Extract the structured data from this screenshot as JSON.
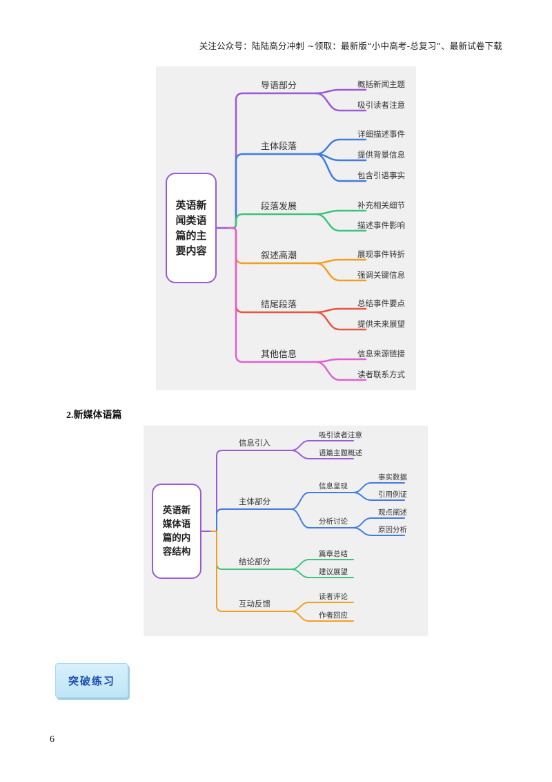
{
  "header": {
    "note": "关注公众号：陆陆高分冲刺 ~领取：最新版“小中高考-总复习”、最新试卷下载"
  },
  "mindmap1": {
    "root": "英语新闻类语篇的主要内容",
    "branches": [
      {
        "label": "导语部分",
        "color": "#9b59d6",
        "children": [
          "概括新闻主题",
          "吸引读者注意"
        ]
      },
      {
        "label": "主体段落",
        "color": "#3f7be0",
        "children": [
          "详细描述事件",
          "提供背景信息",
          "包含引语事实"
        ]
      },
      {
        "label": "段落发展",
        "color": "#3cc47c",
        "children": [
          "补充相关细节",
          "描述事件影响"
        ]
      },
      {
        "label": "叙述高潮",
        "color": "#f0a020",
        "children": [
          "展现事件转折",
          "强调关键信息"
        ]
      },
      {
        "label": "结尾段落",
        "color": "#e8553f",
        "children": [
          "总结事件要点",
          "提供未来展望"
        ]
      },
      {
        "label": "其他信息",
        "color": "#e060d0",
        "children": [
          "信息来源链接",
          "读者联系方式"
        ]
      }
    ]
  },
  "section2": {
    "title": "2.新媒体语篇"
  },
  "mindmap2": {
    "root": "英语新媒体语篇的内容结构",
    "branches": [
      {
        "label": "信息引入",
        "color": "#9b59d6",
        "children": [
          "吸引读者注意",
          "语篇主题概述"
        ]
      },
      {
        "label": "主体部分",
        "color": "#3f7be0",
        "children": [
          {
            "label": "信息呈现",
            "children": [
              "事实数据",
              "引用例证"
            ]
          },
          {
            "label": "分析讨论",
            "children": [
              "观点阐述",
              "原因分析"
            ]
          }
        ]
      },
      {
        "label": "结论部分",
        "color": "#3cc47c",
        "children": [
          "篇章总结",
          "建议展望"
        ]
      },
      {
        "label": "互动反馈",
        "color": "#f0a020",
        "children": [
          "读者评论",
          "作者回应"
        ]
      }
    ]
  },
  "practice": {
    "label": "突破练习"
  },
  "page": {
    "number": "6"
  }
}
